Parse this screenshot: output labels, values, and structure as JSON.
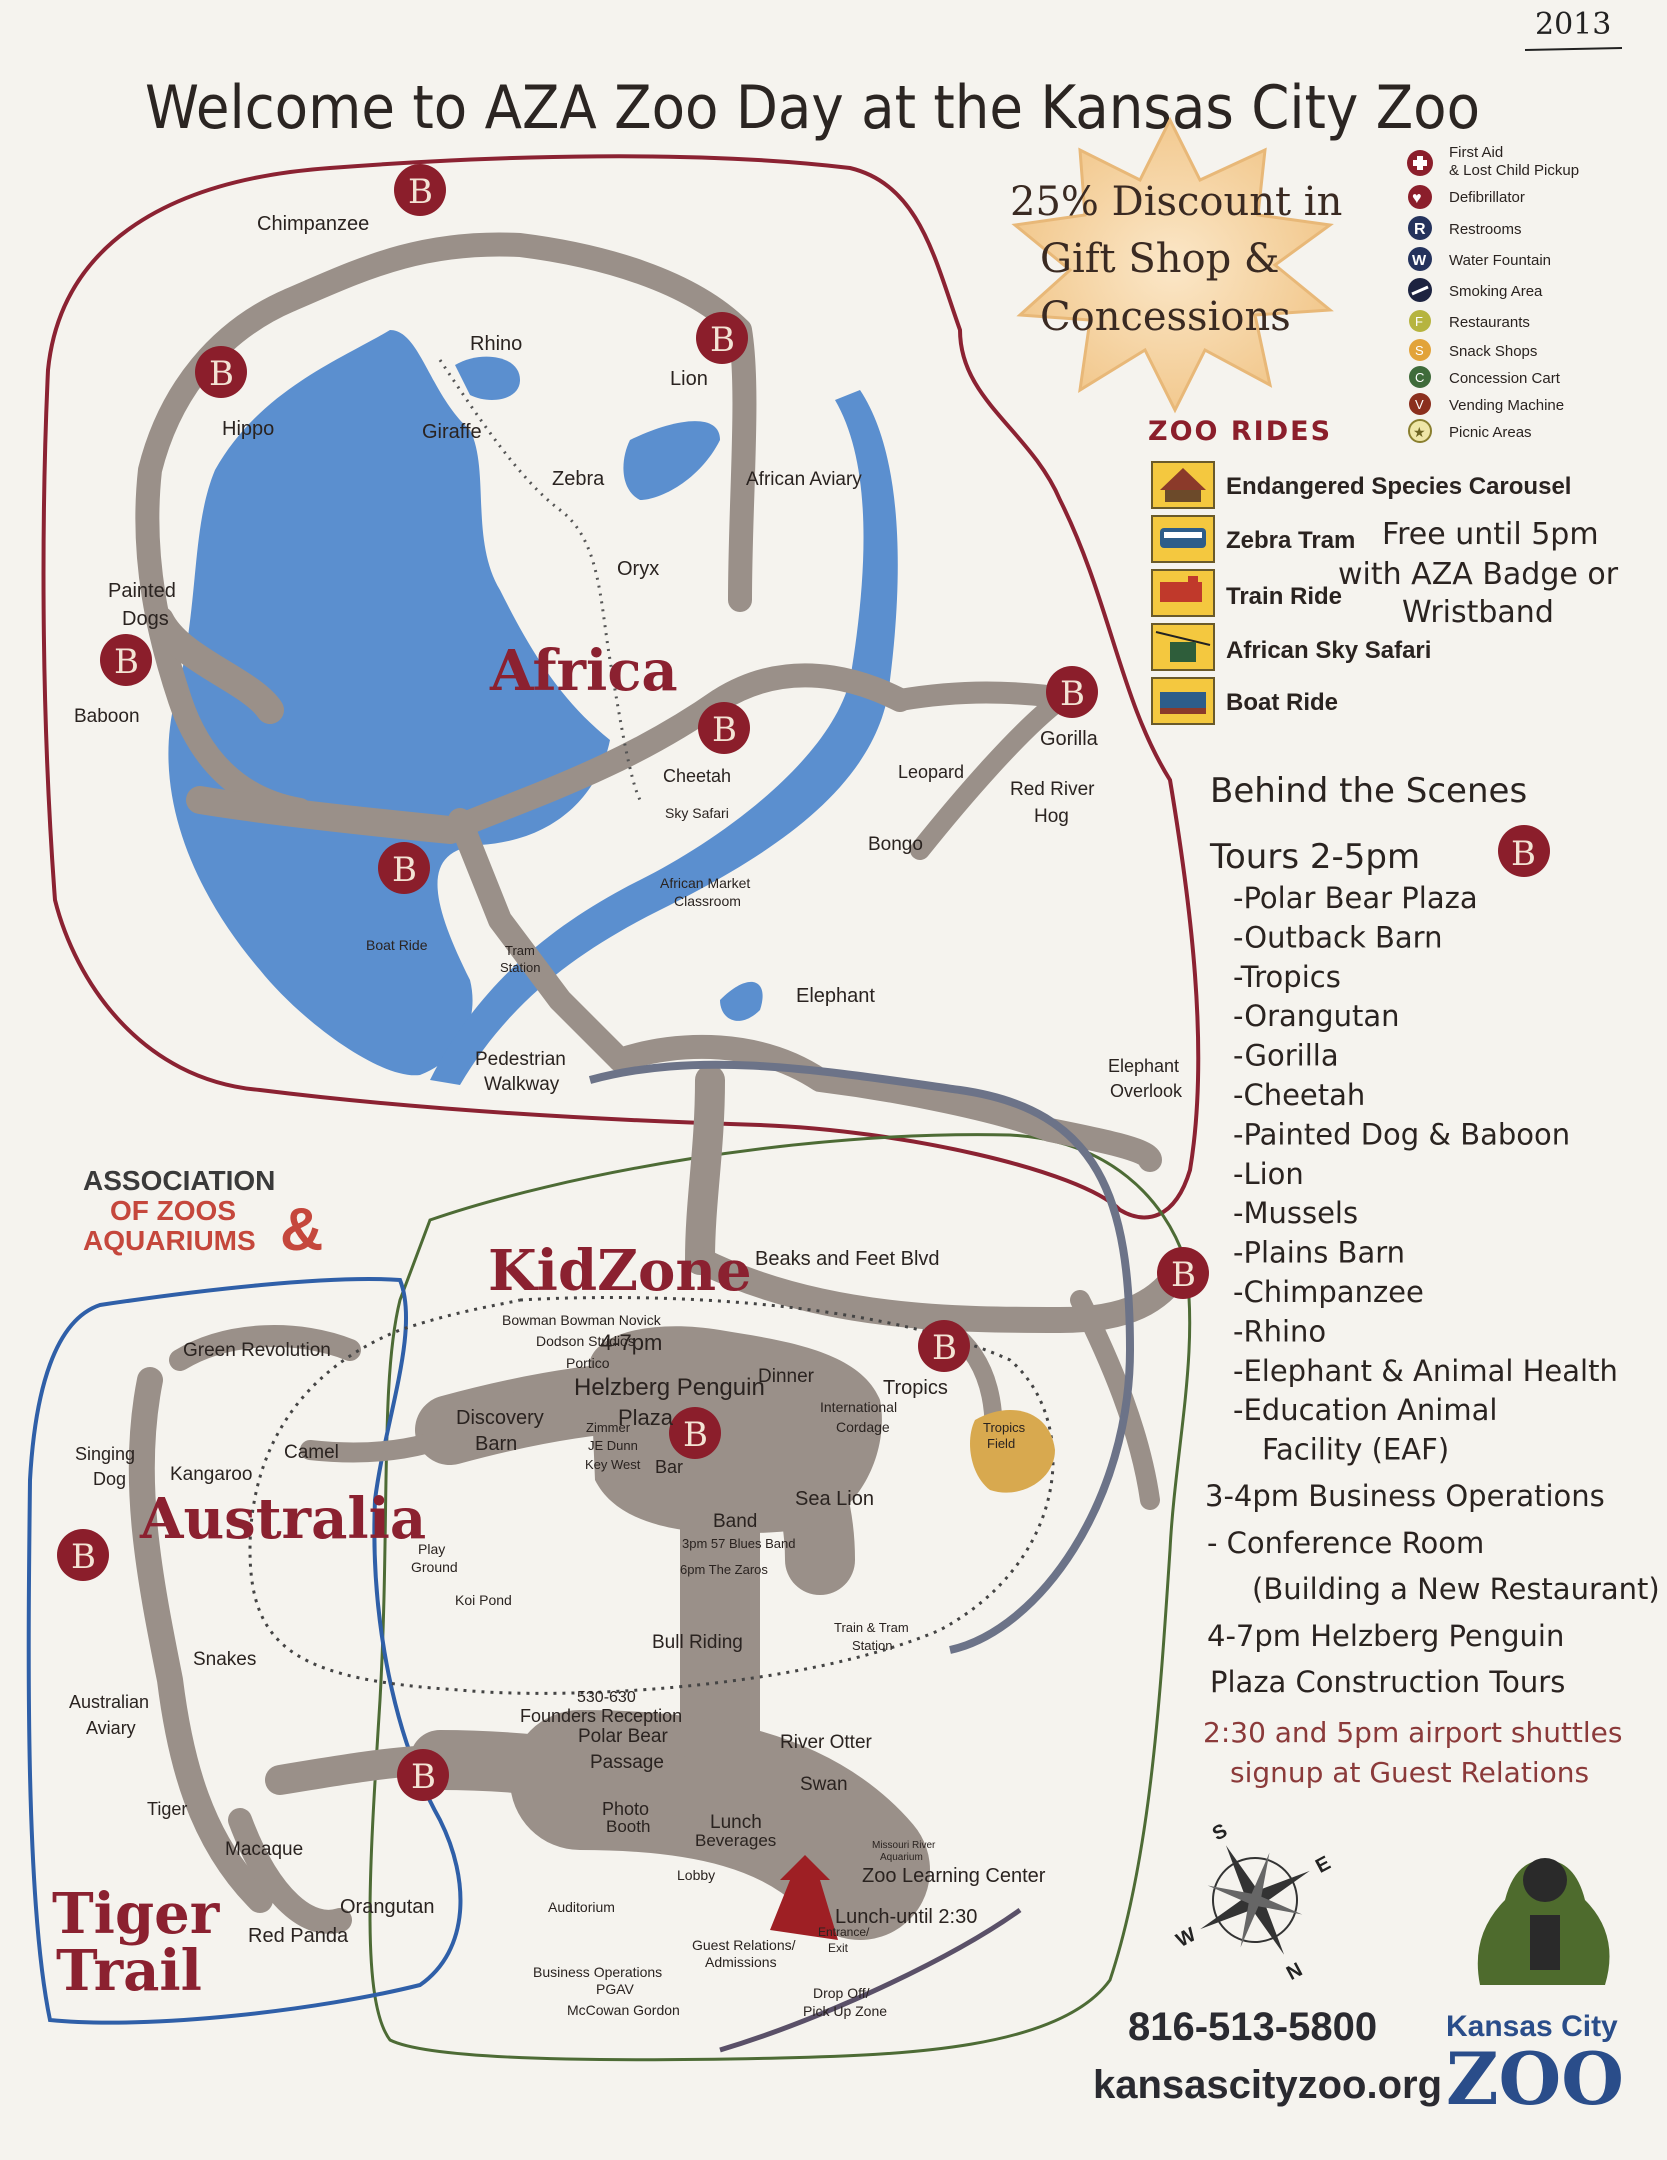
{
  "year_note": "2013",
  "title": "Welcome to AZA Zoo Day at the Kansas City Zoo",
  "discount": [
    "25% Discount in",
    "Gift Shop &",
    "Concessions"
  ],
  "legend": [
    {
      "icon": "first-aid",
      "label": "First Aid",
      "label2": "& Lost Child Pickup"
    },
    {
      "icon": "defibrillator",
      "label": "Defibrillator"
    },
    {
      "icon": "restroom",
      "label": "Restrooms"
    },
    {
      "icon": "water-fountain",
      "label": "Water Fountain"
    },
    {
      "icon": "smoking-area",
      "label": "Smoking Area"
    },
    {
      "icon": "restaurant",
      "label": "Restaurants"
    },
    {
      "icon": "snack-shop",
      "label": "Snack Shops"
    },
    {
      "icon": "concession-cart",
      "label": "Concession Cart"
    },
    {
      "icon": "vending-machine",
      "label": "Vending Machine"
    },
    {
      "icon": "picnic-area",
      "label": "Picnic Areas"
    }
  ],
  "zoo_rides": {
    "heading": "ZOO RIDES",
    "rides": [
      "Endangered Species Carousel",
      "Zebra Tram",
      "Train Ride",
      "African Sky Safari",
      "Boat Ride"
    ],
    "free_note": [
      "Free until 5pm",
      "with AZA Badge or",
      "Wristband"
    ]
  },
  "behind_scenes": {
    "heading1": "Behind the Scenes",
    "heading2": "Tours 2-5pm",
    "badge": "B",
    "tours": [
      "-Polar Bear Plaza",
      "-Outback Barn",
      "-Tropics",
      "-Orangutan",
      "-Gorilla",
      "-Cheetah",
      "-Painted Dog & Baboon",
      "-Lion",
      "-Mussels",
      "-Plains Barn",
      "-Chimpanzee",
      "-Rhino",
      "-Elephant & Animal Health",
      "-Education Animal",
      "Facility (EAF)"
    ],
    "business1": "3-4pm Business Operations",
    "business2": "- Conference Room",
    "business3": "(Building a New Restaurant)",
    "penguin1": "4-7pm Helzberg Penguin",
    "penguin2": "Plaza Construction Tours"
  },
  "shuttle": [
    "2:30 and 5pm airport shuttles",
    "signup at Guest Relations"
  ],
  "contact": {
    "phone": "816-513-5800",
    "website": "kansascityzoo.org"
  },
  "aza_logo": {
    "line1": "ASSOCIATION",
    "line2": "OF ZOOS",
    "line3": "AQUARIUMS",
    "amp": "&"
  },
  "kc_logo": {
    "line1": "Kansas City",
    "line2": "ZOO"
  },
  "compass": {
    "n": "N",
    "s": "S",
    "e": "E",
    "w": "W"
  },
  "regions": {
    "africa": "Africa",
    "kidzone": "KidZone",
    "australia": "Australia",
    "tiger1": "Tiger",
    "tiger2": "Trail"
  },
  "map_labels": {
    "chimpanzee": "Chimpanzee",
    "rhino": "Rhino",
    "lion": "Lion",
    "hippo": "Hippo",
    "giraffe": "Giraffe",
    "zebra": "Zebra",
    "african_aviary": "African Aviary",
    "oryx": "Oryx",
    "painted_dogs_1": "Painted",
    "painted_dogs_2": "Dogs",
    "baboon": "Baboon",
    "cheetah": "Cheetah",
    "gorilla": "Gorilla",
    "leopard": "Leopard",
    "red_river_hog_1": "Red River",
    "red_river_hog_2": "Hog",
    "bongo": "Bongo",
    "sky_safari": "Sky Safari",
    "african_market_1": "African Market",
    "african_market_2": "Classroom",
    "boat_ride": "Boat Ride",
    "tram_station_1": "Tram",
    "tram_station_2": "Station",
    "elephant": "Elephant",
    "elephant_overlook_1": "Elephant",
    "elephant_overlook_2": "Overlook",
    "pedestrian_1": "Pedestrian",
    "pedestrian_2": "Walkway",
    "beaks_feet": "Beaks and Feet Blvd",
    "bowman": "Bowman Bowman Novick",
    "dodson": "Dodson Studios",
    "portico": "Portico",
    "helzberg_time": "4-7pm",
    "helzberg_1": "Helzberg Penguin",
    "helzberg_2": "Plaza",
    "dinner": "Dinner",
    "tropics": "Tropics",
    "international_1": "International",
    "international_2": "Cordage",
    "tropics_field_1": "Tropics",
    "tropics_field_2": "Field",
    "discovery_1": "Discovery",
    "discovery_2": "Barn",
    "zimmer": "Zimmer",
    "jedunn": "JE Dunn",
    "keywest": "Key West",
    "bar": "Bar",
    "sea_lion": "Sea Lion",
    "band": "Band",
    "band_1": "3pm 57 Blues Band",
    "band_2": "6pm The Zaros",
    "play_1": "Play",
    "play_2": "Ground",
    "koi": "Koi Pond",
    "green_revolution": "Green Revolution",
    "singing_1": "Singing",
    "singing_2": "Dog",
    "kangaroo": "Kangaroo",
    "camel": "Camel",
    "snakes": "Snakes",
    "aus_aviary_1": "Australian",
    "aus_aviary_2": "Aviary",
    "tiger": "Tiger",
    "macaque": "Macaque",
    "orangutan": "Orangutan",
    "red_panda": "Red Panda",
    "bull_riding": "Bull Riding",
    "train_tram_1": "Train & Tram",
    "train_tram_2": "Station",
    "founders_1": "530-630",
    "founders_2": "Founders Reception",
    "polar_1": "Polar Bear",
    "polar_2": "Passage",
    "river_otter": "River Otter",
    "swan": "Swan",
    "photo_1": "Photo",
    "photo_2": "Booth",
    "lunch": "Lunch",
    "beverages": "Beverages",
    "lobby": "Lobby",
    "auditorium": "Auditorium",
    "missouri_1": "Missouri River",
    "missouri_2": "Aquarium",
    "learning": "Zoo Learning Center",
    "lunch_time": "Lunch-until 2:30",
    "guest_1": "Guest Relations/",
    "guest_2": "Admissions",
    "entrance_1": "Entrance/",
    "entrance_2": "Exit",
    "dropoff_1": "Drop Off/",
    "dropoff_2": "Pick Up Zone",
    "business_1": "Business Operations",
    "business_2": "PGAV",
    "mccowan": "McCowan Gordon"
  },
  "colors": {
    "bts_red": "#8b1e2b",
    "path": "#9a9089",
    "water": "#5b8fcf",
    "africa_border": "#8b2232",
    "kidzone_border": "#4d6b35",
    "australia_border": "#2f5fa8"
  }
}
